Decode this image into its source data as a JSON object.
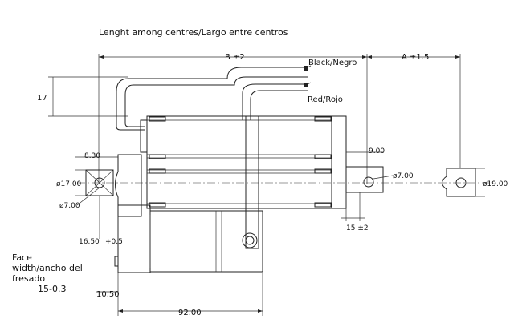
{
  "title": "Lenght among centres/Largo entre centros",
  "wires": {
    "black": "Black/Negro",
    "red": "Red/Rojo"
  },
  "dimensions": {
    "b": "B ±2",
    "a": "A ±1.5",
    "d17_height": "17",
    "d8_30": "8.30",
    "d9_00": "9.00",
    "d17_00": "ø17.00",
    "d7_00_left": "ø7.00",
    "d7_00_right": "ø7.00",
    "d19_00": "ø19.00",
    "d16_50": "16.50",
    "d0_5": "+0.5",
    "d15": "15 ±2",
    "d10_50": "10.50",
    "d92_00": "92.00"
  },
  "face_note": {
    "line1": "Face",
    "line2": "width/ancho del",
    "line3": "fresado",
    "line4": "15-0.3"
  }
}
